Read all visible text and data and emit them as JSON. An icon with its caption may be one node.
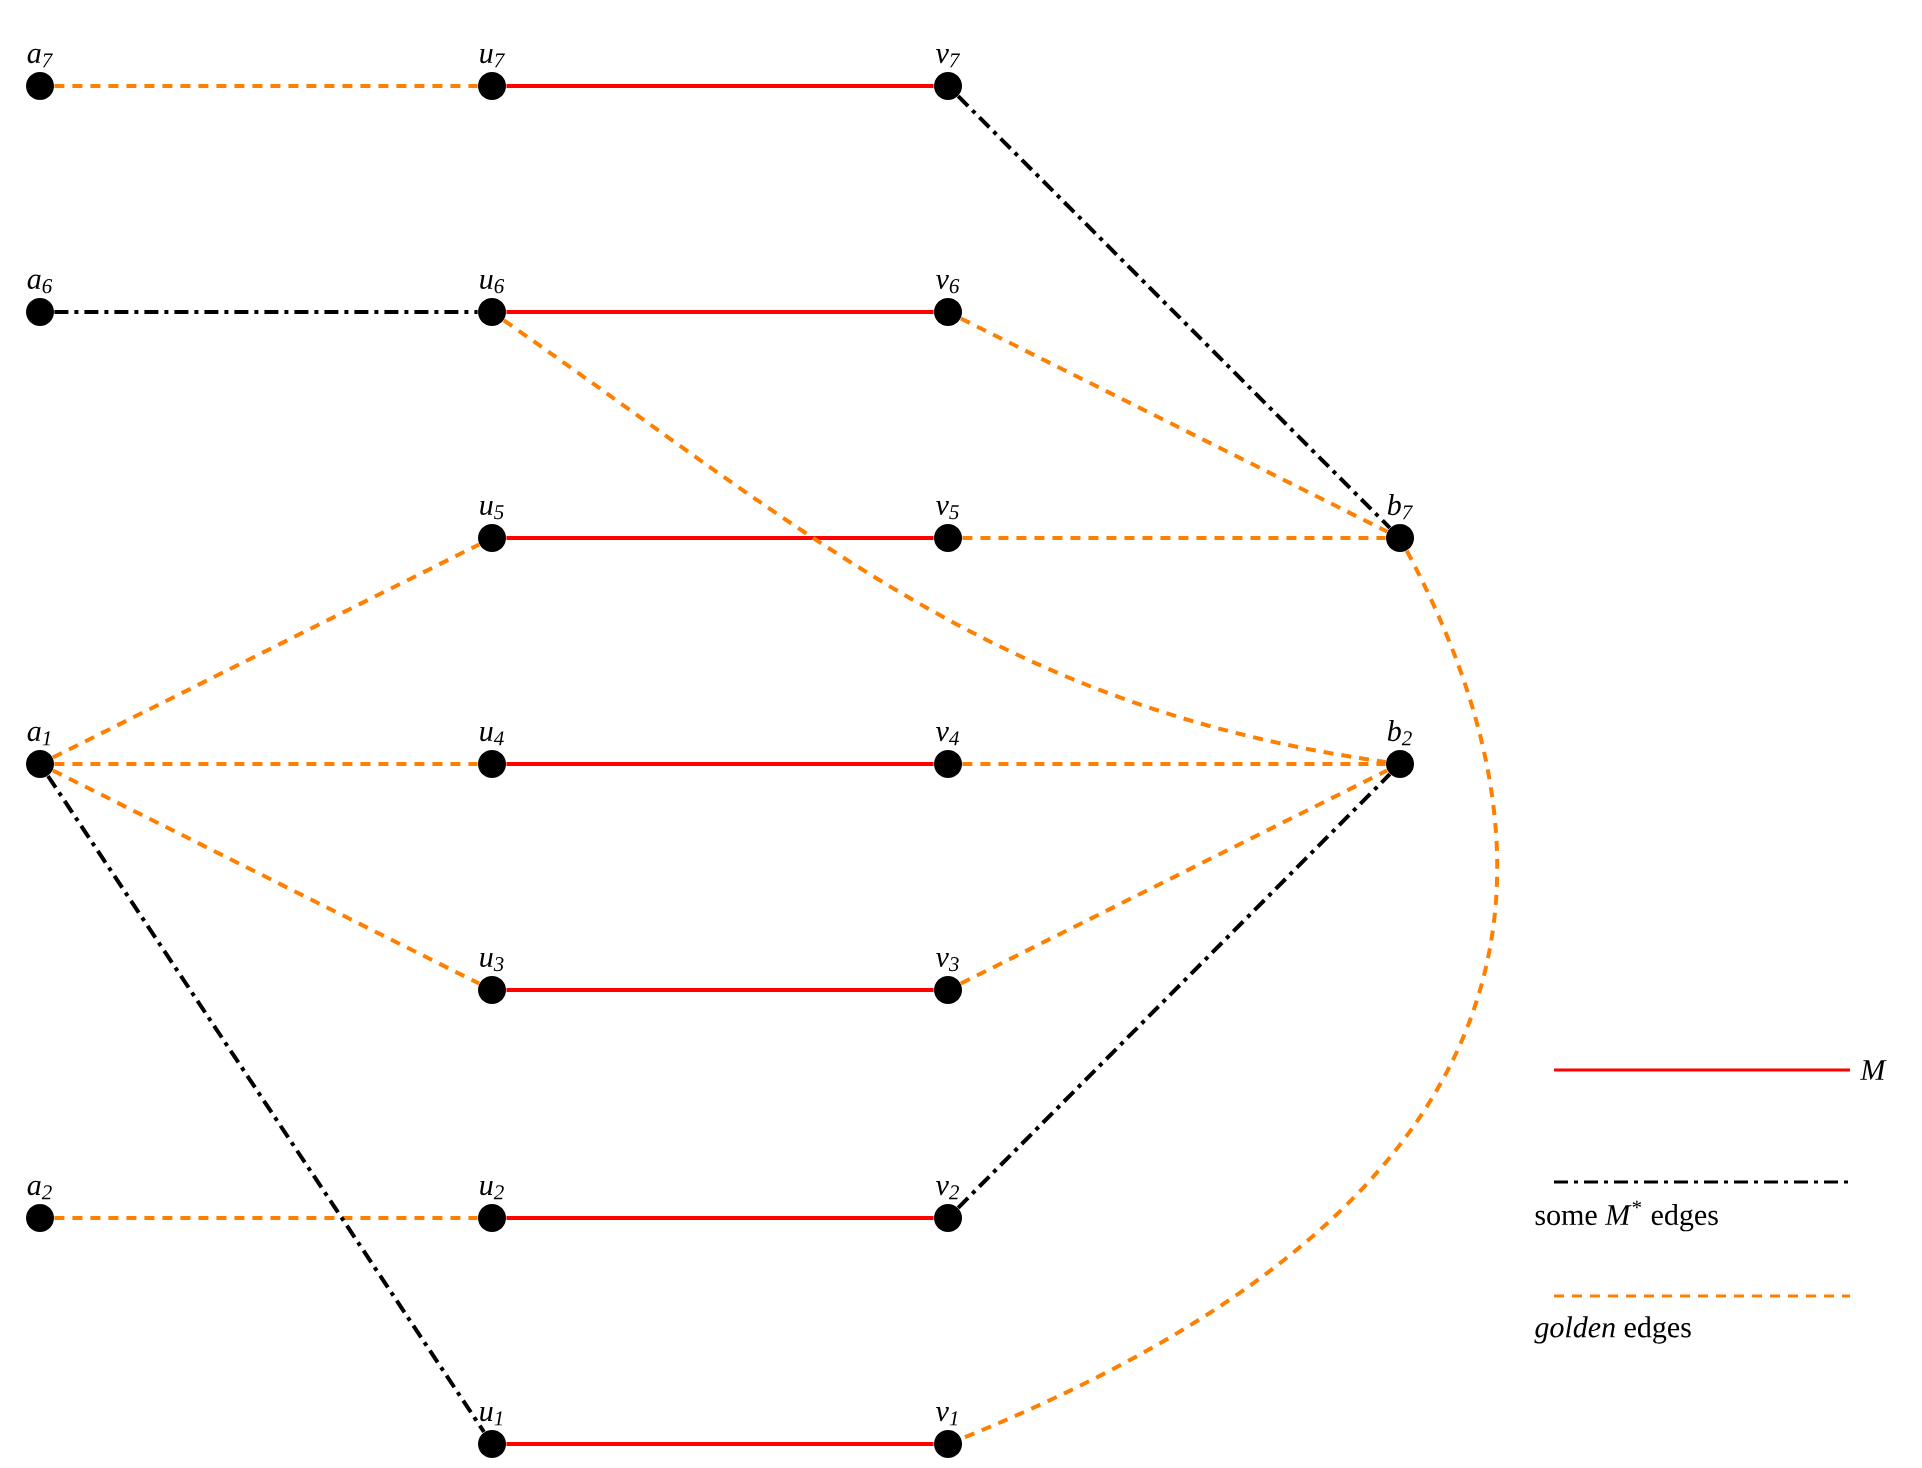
{
  "diagram": {
    "nodes": [
      {
        "text": [
          "a$_{7}$"
        ]
      },
      {
        "text": [
          "u$_{7}$"
        ]
      },
      {
        "text": [
          "v$_{7}$"
        ]
      },
      {
        "text": [
          "a$_{6}$"
        ]
      },
      {
        "text": [
          "u$_{6}$"
        ]
      },
      {
        "text": [
          "v$_{6}$"
        ]
      },
      {
        "text": [
          "u$_{5}$"
        ]
      },
      {
        "text": [
          "v$_{5}$"
        ]
      },
      {
        "text": [
          "b$_{7}$"
        ]
      },
      {
        "text": [
          "a$_{1}$"
        ]
      },
      {
        "text": [
          "u$_{4}$"
        ]
      },
      {
        "text": [
          "v$_{4}$"
        ]
      },
      {
        "text": [
          "b$_{2}$"
        ]
      },
      {
        "text": [
          "u$_{3}$"
        ]
      },
      {
        "text": [
          "v$_{3}$"
        ]
      },
      {
        "text": [
          "a$_{2}$"
        ]
      },
      {
        "text": [
          "u$_{2}$"
        ]
      },
      {
        "text": [
          "v$_{2}$"
        ]
      },
      {
        "text": [
          "u$_{1}$"
        ]
      },
      {
        "text": [
          "v$_{1}$"
        ]
      }
    ],
    "edges": [
      {
        "from": 1,
        "to": 2,
        "arrow": "none",
        "color": "#ff0000"
      },
      {
        "from": 4,
        "to": 5,
        "arrow": "none",
        "color": "#ff0000"
      },
      {
        "from": 6,
        "to": 7,
        "arrow": "none",
        "color": "#ff0000"
      },
      {
        "from": 10,
        "to": 11,
        "arrow": "none",
        "color": "#ff0000"
      },
      {
        "from": 13,
        "to": 14,
        "arrow": "none",
        "color": "#ff0000"
      },
      {
        "from": 16,
        "to": 17,
        "arrow": "none",
        "color": "#ff0000"
      },
      {
        "from": 18,
        "to": 19,
        "arrow": "none",
        "color": "#ff0000"
      },
      {
        "from": 0,
        "to": 1,
        "arrow": "none",
        "style": "dashed",
        "color": "#ff8000"
      },
      {
        "from": 5,
        "to": 8,
        "arrow": "none",
        "style": "dashed",
        "color": "#ff8000"
      },
      {
        "from": 7,
        "to": 8,
        "arrow": "none",
        "style": "dashed",
        "color": "#ff8000"
      },
      {
        "from": 4,
        "to": 12,
        "arrow": "none",
        "style": "dashed",
        "color": "#ff8000"
      },
      {
        "from": 9,
        "to": 6,
        "arrow": "none",
        "style": "dashed",
        "color": "#ff8000"
      },
      {
        "from": 9,
        "to": 10,
        "arrow": "none",
        "style": "dashed",
        "color": "#ff8000"
      },
      {
        "from": 9,
        "to": 13,
        "arrow": "none",
        "style": "dashed",
        "color": "#ff8000"
      },
      {
        "from": 11,
        "to": 12,
        "arrow": "none",
        "style": "dashed",
        "color": "#ff8000"
      },
      {
        "from": 14,
        "to": 12,
        "arrow": "none",
        "style": "dashed",
        "color": "#ff8000"
      },
      {
        "from": 15,
        "to": 16,
        "arrow": "none",
        "style": "dashed",
        "color": "#ff8000"
      },
      {
        "from": 8,
        "to": 19,
        "arrow": "none",
        "style": "dashed",
        "color": "#ff8000"
      },
      {
        "from": 3,
        "to": 4,
        "arrow": "none",
        "style": "dashed",
        "color": "#000000"
      },
      {
        "from": 2,
        "to": 8,
        "arrow": "none",
        "style": "dashed",
        "color": "#000000"
      },
      {
        "from": 9,
        "to": 18,
        "arrow": "none",
        "style": "dashed",
        "color": "#000000"
      },
      {
        "from": 17,
        "to": 12,
        "arrow": "none",
        "style": "dashed",
        "color": "#000000"
      }
    ],
    "legend": [
      {
        "text": "M"
      },
      {
        "text": "some *M*$^{*}$ edges"
      },
      {
        "text": "*golden* edges"
      }
    ]
  }
}
